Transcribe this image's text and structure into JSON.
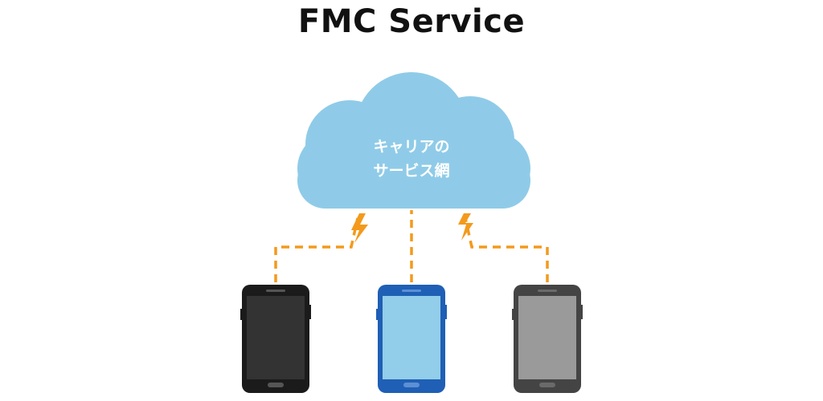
{
  "title": "FMC Service",
  "cloud": {
    "label_line1": "キャリアの",
    "label_line2": "サービス網",
    "color": "#8fcbe8"
  },
  "connection_color": "#f39a1c",
  "devices": [
    {
      "name": "phone-black",
      "body": "#1b1b1b",
      "screen": "#333333"
    },
    {
      "name": "phone-blue",
      "body": "#1f5fb5",
      "screen": "#92cdea"
    },
    {
      "name": "phone-gray",
      "body": "#444444",
      "screen": "#9a9a9a"
    }
  ]
}
